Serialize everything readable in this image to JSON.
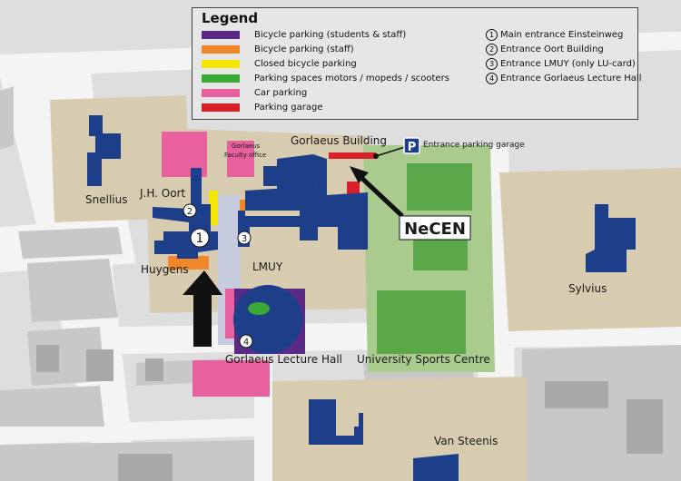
{
  "legend": {
    "title": "Legend",
    "items": [
      {
        "label": "Bicycle parking (students & staff)",
        "color": "#5b2a86"
      },
      {
        "label": "Bicycle parking (staff)",
        "color": "#f0872a"
      },
      {
        "label": "Closed bicycle parking",
        "color": "#f5e600"
      },
      {
        "label": "Parking spaces motors / mopeds / scooters",
        "color": "#3aa935"
      },
      {
        "label": "Car parking",
        "color": "#e8609d"
      },
      {
        "label": "Parking garage",
        "color": "#d9202a"
      }
    ],
    "entrances": [
      {
        "num": "1",
        "label": "Main entrance Einsteinweg"
      },
      {
        "num": "2",
        "label": "Entrance Oort Building"
      },
      {
        "num": "3",
        "label": "Entrance LMUY (only LU-card)"
      },
      {
        "num": "4",
        "label": "Entrance Gorlaeus Lecture Hall"
      }
    ]
  },
  "labels": {
    "snellius": "Snellius",
    "jh_oort": "J.H. Oort",
    "huygens": "Huygens",
    "lmuy": "LMUY",
    "gorlaeus_building": "Gorlaeus Building",
    "faculty_office_1": "Gorlaeus",
    "faculty_office_2": "Faculty office",
    "entrance_parking_garage": "Entrance parking garage",
    "parking_symbol": "P",
    "necen": "NeCEN",
    "sylvius": "Sylvius",
    "lecture_hall": "Gorlaeus Lecture Hall",
    "sports_centre": "University Sports Centre",
    "van_steenis": "Van Steenis"
  },
  "markers": {
    "m1": "1",
    "m2": "2",
    "m3": "3",
    "m4": "4"
  },
  "colors": {
    "building": "#1d3f8a",
    "campus_ground": "#d8ccb0",
    "street": "#f4f4f4",
    "block": "#c9c9c9",
    "sports_field": "#8fbf6e",
    "sports_field_dark": "#4f9a45",
    "walkway": "#c7cbe0",
    "arrow": "#111111"
  }
}
